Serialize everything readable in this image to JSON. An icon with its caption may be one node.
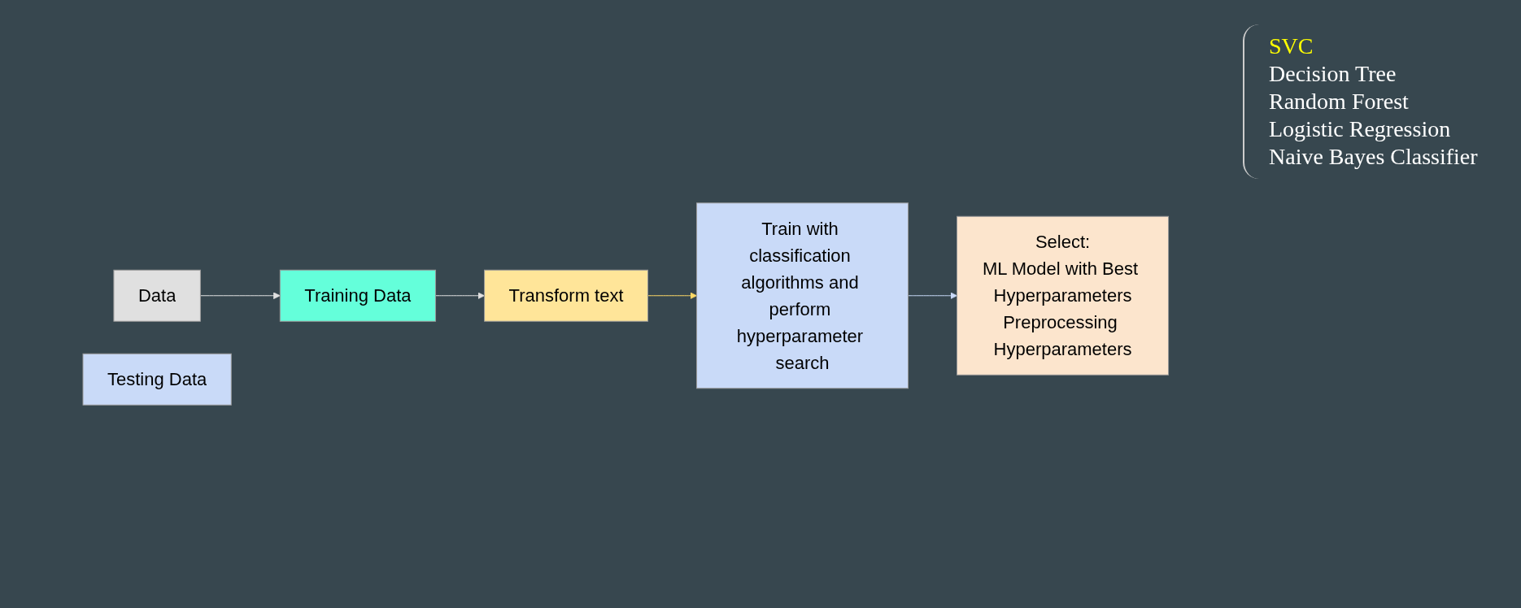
{
  "diagram": {
    "nodes": [
      {
        "text": [
          "Data"
        ]
      },
      {
        "text": [
          "Training Data"
        ]
      },
      {
        "text": [
          "Testing Data"
        ]
      },
      {
        "text": [
          "Transform text"
        ]
      },
      {
        "text": [
          "Train with classification algorithms and perform hyperparameter search"
        ]
      },
      {
        "text": [
          "Select:",
          "ML Model with Best Hyperparameters",
          "Preprocessing Hyperparameters"
        ]
      }
    ],
    "edges": [
      {
        "from": 0,
        "to": 1,
        "arrow": "to"
      },
      {
        "from": 1,
        "to": 3,
        "arrow": "to"
      },
      {
        "from": 3,
        "to": 4,
        "arrow": "to",
        "color": "#ffd966"
      },
      {
        "from": 4,
        "to": 5,
        "arrow": "to",
        "color": "#c9daf8"
      }
    ],
    "labels": [
      "SVC",
      "Decision Tree",
      "Random Forest",
      "Logistic Regression",
      "Naive Bayes Classifier"
    ]
  }
}
